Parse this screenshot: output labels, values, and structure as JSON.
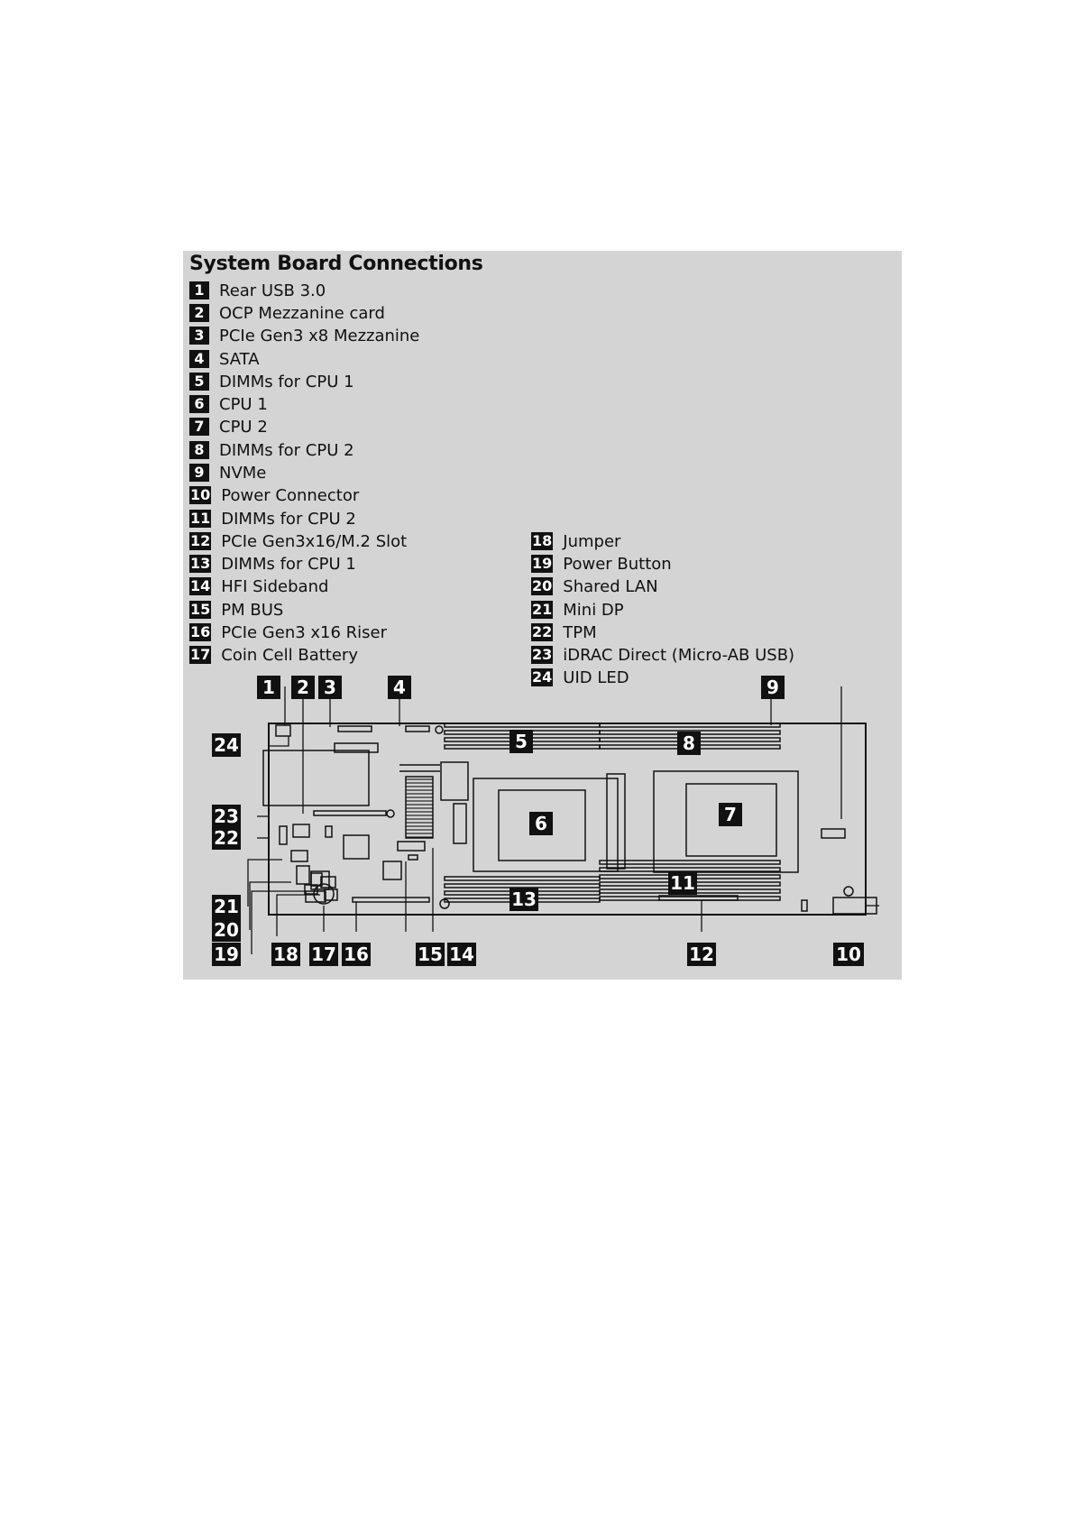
{
  "diagram": {
    "title": "System Board Connections",
    "legend": [
      {
        "num": "1",
        "label": "Rear USB 3.0"
      },
      {
        "num": "2",
        "label": "OCP Mezzanine card"
      },
      {
        "num": "3",
        "label": "PCIe Gen3 x8 Mezzanine"
      },
      {
        "num": "4",
        "label": "SATA"
      },
      {
        "num": "5",
        "label": "DIMMs for CPU 1"
      },
      {
        "num": "6",
        "label": "CPU 1"
      },
      {
        "num": "7",
        "label": "CPU 2"
      },
      {
        "num": "8",
        "label": "DIMMs for CPU 2"
      },
      {
        "num": "9",
        "label": "NVMe"
      },
      {
        "num": "10",
        "label": "Power Connector"
      },
      {
        "num": "11",
        "label": "DIMMs for CPU 2"
      },
      {
        "num": "12",
        "label": "PCIe Gen3x16/M.2 Slot"
      },
      {
        "num": "13",
        "label": "DIMMs for CPU 1"
      },
      {
        "num": "14",
        "label": "HFI Sideband"
      },
      {
        "num": "15",
        "label": "PM BUS"
      },
      {
        "num": "16",
        "label": "PCIe Gen3 x16 Riser"
      },
      {
        "num": "17",
        "label": "Coin Cell Battery"
      },
      {
        "num": "18",
        "label": "Jumper"
      },
      {
        "num": "19",
        "label": "Power Button"
      },
      {
        "num": "20",
        "label": "Shared LAN"
      },
      {
        "num": "21",
        "label": "Mini DP"
      },
      {
        "num": "22",
        "label": "TPM"
      },
      {
        "num": "23",
        "label": "iDRAC Direct (Micro-AB USB)"
      },
      {
        "num": "24",
        "label": "UID LED"
      }
    ]
  }
}
